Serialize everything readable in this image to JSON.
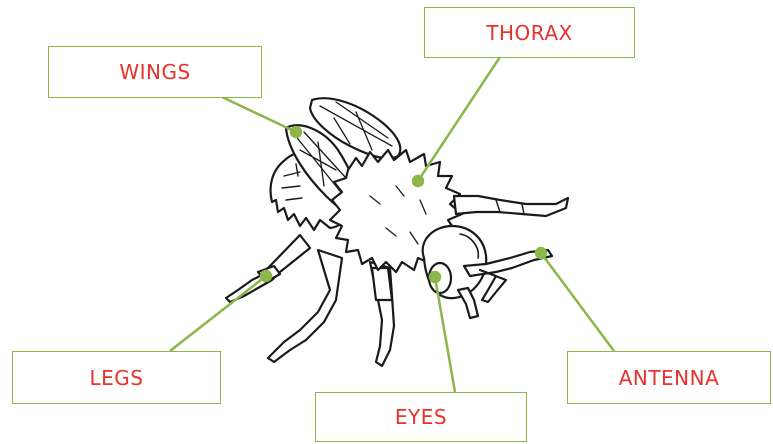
{
  "labels": {
    "wings": "WINGS",
    "thorax": "THORAX",
    "legs": "LEGS",
    "eyes": "EYES",
    "antenna": "ANTENNA"
  },
  "colors": {
    "label_text": "#e8322b",
    "connector": "#8cb64a",
    "illustration_stroke": "#1a1a1a"
  },
  "illustration": "bumblebee-line-drawing"
}
